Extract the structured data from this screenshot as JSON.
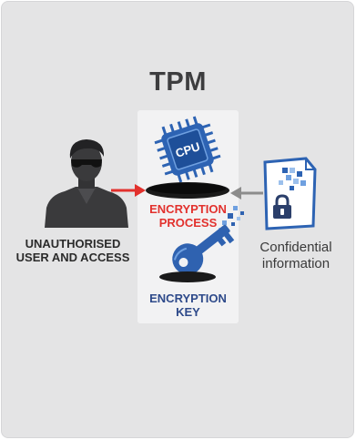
{
  "title": "TPM",
  "encryption_process": {
    "line1": "ENCRYPTION",
    "line2": "PROCESS"
  },
  "encryption_key": {
    "line1": "ENCRYPTION",
    "line2": "KEY"
  },
  "unauthorised": {
    "line1": "UNAUTHORISED",
    "line2": "USER AND ACCESS"
  },
  "confidential": {
    "line1": "Confidential",
    "line2": "information"
  },
  "cpu_label": "CPU",
  "colors": {
    "background": "#e4e4e5",
    "panel": "#f2f2f3",
    "attack_arrow": "#e2312d",
    "info_arrow": "#8c8c8c",
    "chip_blue": "#2d63b3",
    "key_blue": "#2f62b0",
    "label_navy": "#2e4a8a",
    "label_red": "#e2312d"
  },
  "icons": [
    "user-silhouette-icon",
    "cpu-chip-icon",
    "key-icon",
    "confidential-document-icon",
    "lock-icon",
    "hole-icon"
  ]
}
